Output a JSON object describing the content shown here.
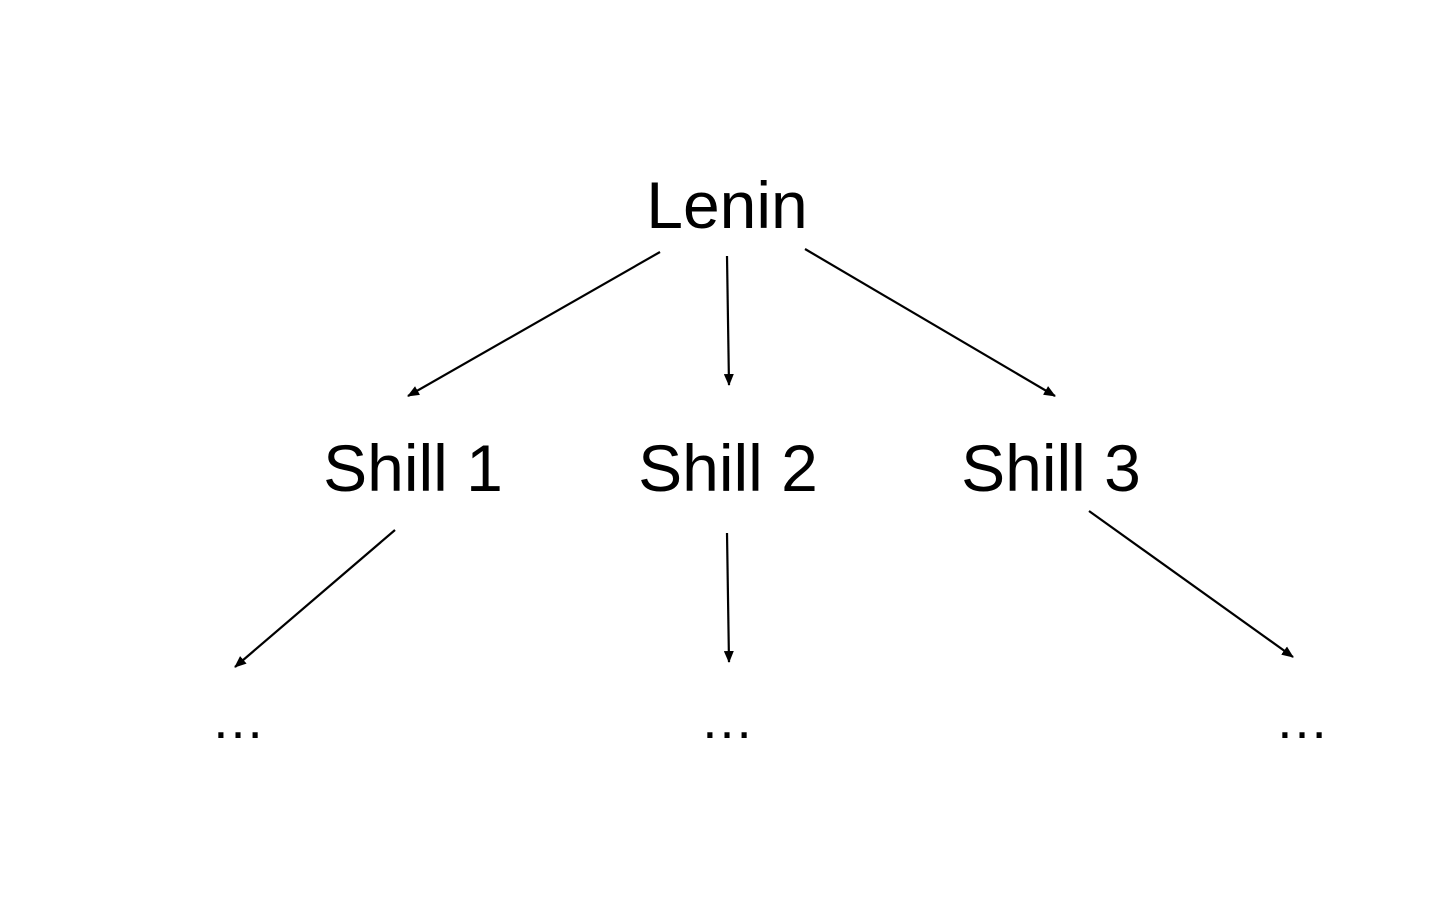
{
  "diagram": {
    "nodes": [
      {
        "id": "lenin",
        "label": "Lenin",
        "level": 0
      },
      {
        "id": "shill1",
        "label": "Shill 1",
        "level": 1
      },
      {
        "id": "shill2",
        "label": "Shill 2",
        "level": 1
      },
      {
        "id": "shill3",
        "label": "Shill 3",
        "level": 1
      },
      {
        "id": "more1",
        "label": "…",
        "level": 2
      },
      {
        "id": "more2",
        "label": "…",
        "level": 2
      },
      {
        "id": "more3",
        "label": "…",
        "level": 2
      }
    ],
    "edges": [
      {
        "from": "lenin",
        "to": "shill1"
      },
      {
        "from": "lenin",
        "to": "shill2"
      },
      {
        "from": "lenin",
        "to": "shill3"
      },
      {
        "from": "shill1",
        "to": "more1"
      },
      {
        "from": "shill2",
        "to": "more2"
      },
      {
        "from": "shill3",
        "to": "more3"
      }
    ],
    "colors": {
      "line": "#000000",
      "text": "#000000",
      "background": "#ffffff"
    }
  }
}
